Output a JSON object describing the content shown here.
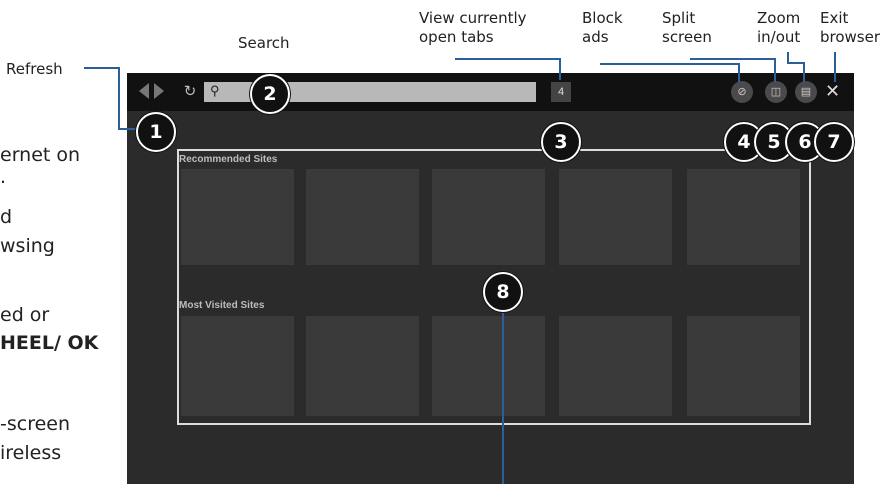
{
  "callouts": {
    "refresh": "Refresh",
    "search": "Search",
    "view_tabs": "View currently\nopen tabs",
    "block_ads": "Block\nads",
    "split_screen": "Split\nscreen",
    "zoom": "Zoom\nin/out",
    "exit": "Exit\nbrowser"
  },
  "side_text": [
    "ernet on",
    ".",
    "d",
    "wsing",
    "ed or",
    "HEEL/ OK",
    "-screen",
    "ireless"
  ],
  "badges": [
    "1",
    "2",
    "3",
    "4",
    "5",
    "6",
    "7",
    "8"
  ],
  "browser": {
    "tabs_count": "4",
    "sections": [
      "Recommended Sites",
      "Most Visited Sites"
    ]
  },
  "icons": {
    "back": "back-arrow-icon",
    "forward": "forward-arrow-icon",
    "refresh": "refresh-icon",
    "search": "search-icon",
    "block_ads": "block-ads-icon",
    "split_screen": "split-screen-icon",
    "zoom": "zoom-icon",
    "close": "close-icon"
  },
  "colors": {
    "screen_bg": "#2b2b2b",
    "topbar_bg": "#111111",
    "callout_line": "#2c5e97",
    "frame": "#dcdcdc"
  }
}
